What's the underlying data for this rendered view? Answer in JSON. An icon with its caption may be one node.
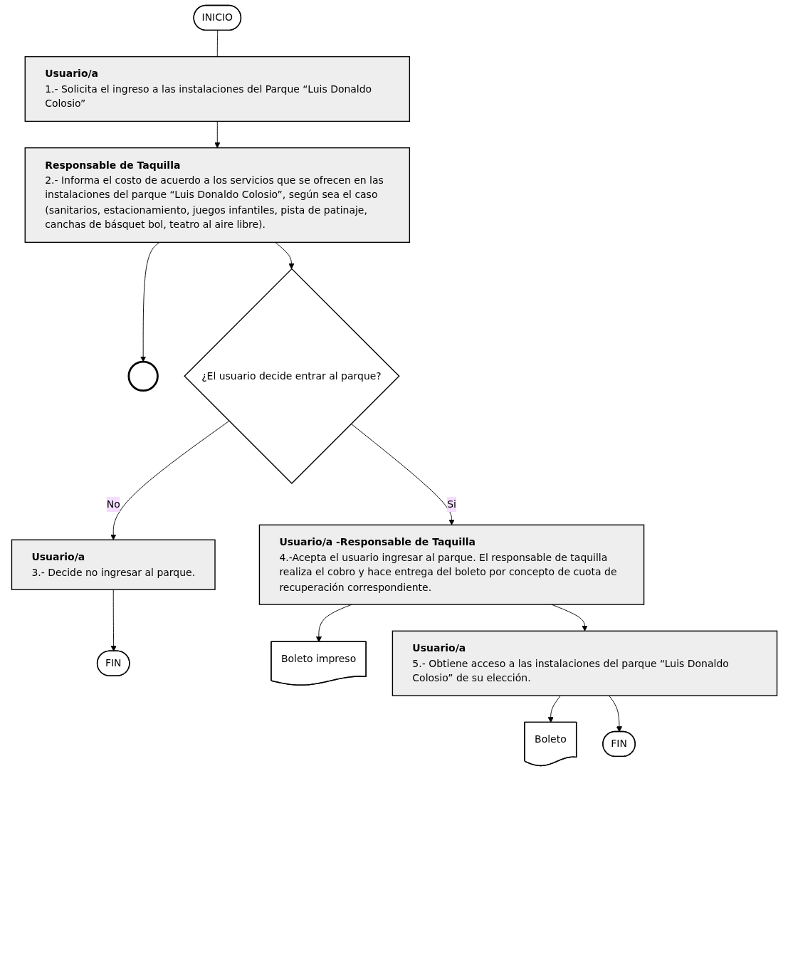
{
  "diagram": {
    "nodes": [
      {
        "text": [
          "INICIO"
        ]
      },
      {
        "text": [
          "Usuario/a",
          "1.- Solicita el ingreso a las instalaciones del Parque “Luis Donaldo Colosio”"
        ]
      },
      {
        "text": [
          "Responsable de Taquilla",
          "2.- Informa el costo de acuerdo a los servicios que se ofrecen en las instalaciones del parque “Luis Donaldo Colosio”, según sea el caso (sanitarios, estacionamiento, juegos infantiles, pista de patinaje, canchas de básquet bol, teatro al aire libre)."
        ]
      },
      {
        "text": [],
        "shape": "circle"
      },
      {
        "text": [
          "¿El usuario decide entrar al parque?"
        ]
      },
      {
        "text": [
          "Usuario/a",
          "3.- Decide no ingresar al parque."
        ]
      },
      {
        "text": [
          "FIN"
        ]
      },
      {
        "text": [
          "Usuario/a -Responsable de Taquilla",
          "4.-Acepta el usuario ingresar al parque. El responsable de taquilla realiza el cobro y hace entrega del boleto por concepto de cuota de recuperación correspondiente."
        ]
      },
      {
        "text": [
          "Boleto impreso"
        ]
      },
      {
        "text": [
          "Usuario/a",
          "5.- Obtiene acceso a las instalaciones del parque “Luis Donaldo Colosio” de su elección."
        ]
      },
      {
        "text": [
          "Boleto"
        ]
      },
      {
        "text": [
          "FIN"
        ]
      }
    ],
    "edges": [
      {
        "from": 0,
        "to": 1,
        "arrow": "none"
      },
      {
        "from": 1,
        "to": 2,
        "arrow": "to"
      },
      {
        "from": 2,
        "to": 3,
        "arrow": "to"
      },
      {
        "from": 2,
        "to": 4,
        "arrow": "to"
      },
      {
        "from": 4,
        "to": 7,
        "arrow": "to",
        "label": "Si"
      },
      {
        "from": 4,
        "to": 5,
        "arrow": "to",
        "label": "No"
      },
      {
        "from": 5,
        "to": 6,
        "arrow": "to"
      },
      {
        "from": 7,
        "to": 8,
        "arrow": "to"
      },
      {
        "from": 7,
        "to": 9,
        "arrow": "to"
      },
      {
        "from": 9,
        "to": 10,
        "arrow": "to"
      },
      {
        "from": 9,
        "to": 11,
        "arrow": "to"
      }
    ]
  }
}
